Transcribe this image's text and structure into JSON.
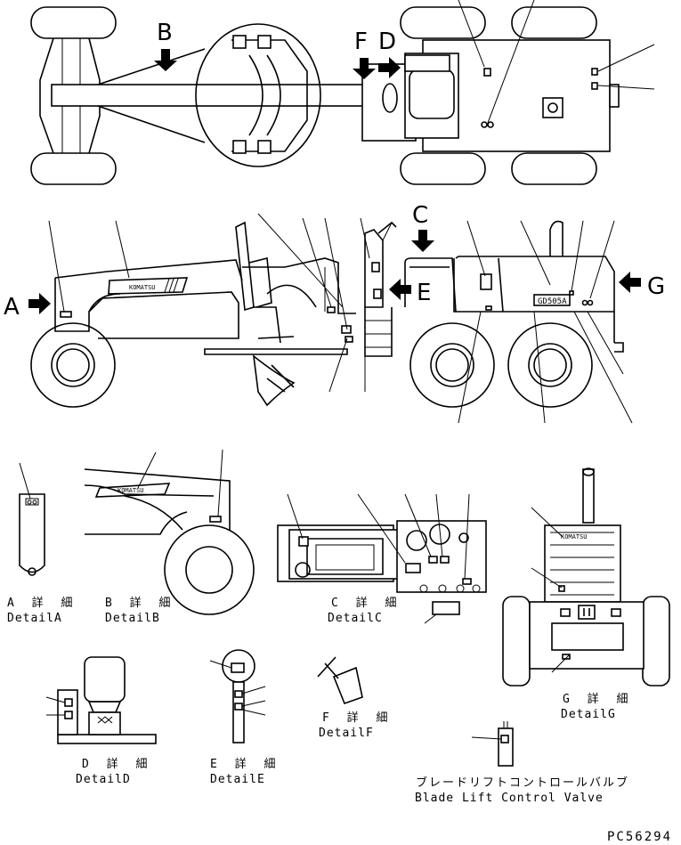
{
  "arrows": {
    "A": "A",
    "B": "B",
    "C": "C",
    "D": "D",
    "E": "E",
    "F": "F",
    "G": "G"
  },
  "details": {
    "A": {
      "jp": "A 詳 細",
      "en": "DetailA"
    },
    "B": {
      "jp": "B 詳 細",
      "en": "DetailB"
    },
    "C": {
      "jp": "C 詳 細",
      "en": "DetailC"
    },
    "D": {
      "jp": "D 詳 細",
      "en": "DetailD"
    },
    "E": {
      "jp": "E 詳 細",
      "en": "DetailE"
    },
    "F": {
      "jp": "F 詳 細",
      "en": "DetailF"
    },
    "G": {
      "jp": "G 詳 細",
      "en": "DetailG"
    }
  },
  "blade_valve": {
    "jp": "ブレードリフトコントロールバルブ",
    "en": "Blade Lift Control Valve"
  },
  "model_plate": "GD505A",
  "brand": "KOMATSU",
  "drawing_code": "PC56294"
}
